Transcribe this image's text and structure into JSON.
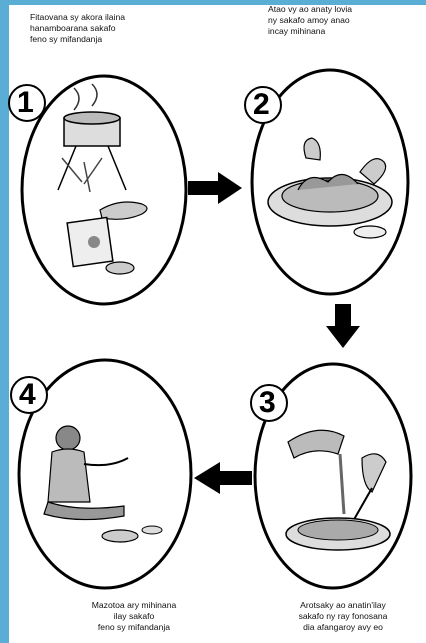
{
  "steps": [
    {
      "number": "1",
      "caption": "Fitaovana sy akora ilaina\nhanamboarana sakafo\nfeno sy mifandanja"
    },
    {
      "number": "2",
      "caption": "Atao vy ao anaty lovia\nny sakafo amoy anao\nincay mihinana"
    },
    {
      "number": "3",
      "caption": "Arotsaky ao anatin'ilay\nsakafo ny ray fonosana\ndia afangaroy avy eo"
    },
    {
      "number": "4",
      "caption": "Mazotoa ary mihinana\nilay sakafo\nfeno sy mifandanja"
    }
  ],
  "colors": {
    "border": "#5aaed6",
    "ink": "#000000"
  }
}
